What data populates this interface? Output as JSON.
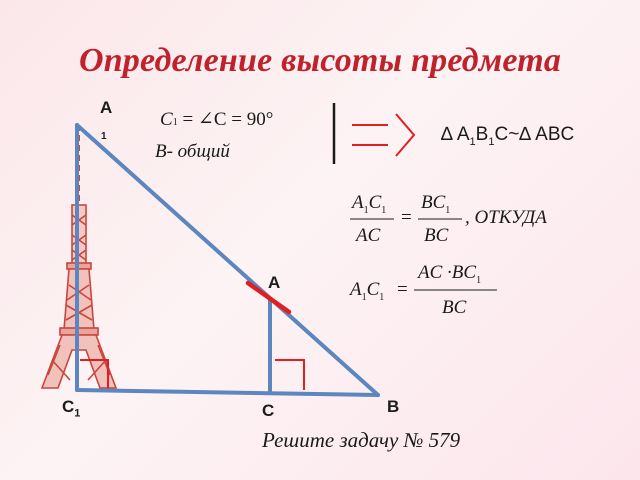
{
  "title": "Определение высоты предмета",
  "labels": {
    "A1_main": "A",
    "A1_sub": "1",
    "A": "A",
    "B": "B",
    "C": "C",
    "C1_main": "C",
    "C1_sub": "1"
  },
  "conditions": {
    "line1_bullet": "",
    "line1_c": "C",
    "line1_c_sub": "1",
    "line1_rest": " = ∠C = 90°",
    "line2_bullet": "",
    "line2_b": "B",
    "line2_rest": "- общий"
  },
  "similarity": {
    "delta1": "∆ A",
    "sub1": "1",
    "b": "B",
    "sub2": "1",
    "rest": "C~∆ ABC"
  },
  "formula1": {
    "lhs_num_a": "A",
    "lhs_num_sub1": "1",
    "lhs_num_c": "C",
    "lhs_num_sub2": "1",
    "lhs_den": "AC",
    "eq": "=",
    "rhs_num_bc": "BC",
    "rhs_num_sub": "1",
    "rhs_den": "BC",
    "tail": ", ОТКУДА"
  },
  "formula2": {
    "lhs_a": "A",
    "lhs_sub1": "1",
    "lhs_c": "C",
    "lhs_sub2": "1",
    "eq": "=",
    "num_ac": "AC ·BC",
    "num_sub": "1",
    "den": "BC"
  },
  "task": "Решите задачу № 579",
  "colors": {
    "title": "#c0222b",
    "triangle": "#5b86c0",
    "stick_marker": "#e02020",
    "right_angle": "#e02020",
    "tower": "#c9463c"
  }
}
